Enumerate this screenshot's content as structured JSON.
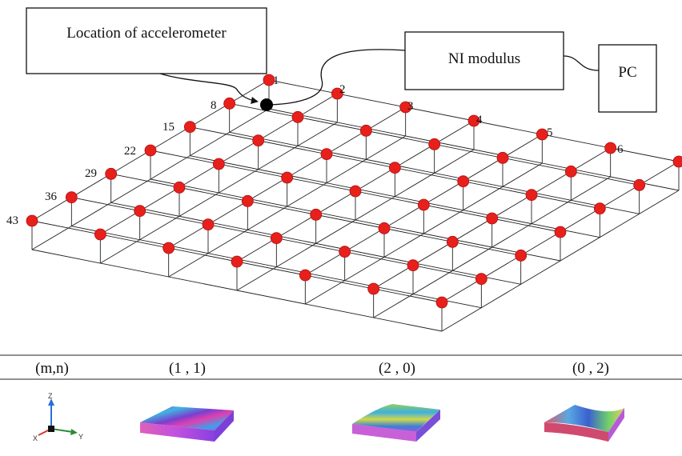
{
  "boxes": {
    "accelerometer": "Location of accelerometer",
    "ni": "NI modulus",
    "pc": "PC"
  },
  "node_labels": [
    "1",
    "2",
    "3",
    "4",
    "5",
    "6",
    "8",
    "15",
    "22",
    "29",
    "36",
    "43"
  ],
  "grid": {
    "rows": 7,
    "cols": 7
  },
  "table": {
    "headers": [
      "(m,n)",
      "(1 , 1)",
      "(2 , 0)",
      "(0 , 2)"
    ]
  },
  "axes": {
    "z": "Z",
    "x": "X",
    "y": "Y"
  },
  "colors": {
    "node": "#e8201c",
    "node_stroke": "#b01010",
    "accelerometer": "#000000",
    "grid_line": "#222222",
    "axis_z": "#2a6fd6",
    "axis_y": "#2e8b3a",
    "axis_x": "#d33a2c"
  }
}
